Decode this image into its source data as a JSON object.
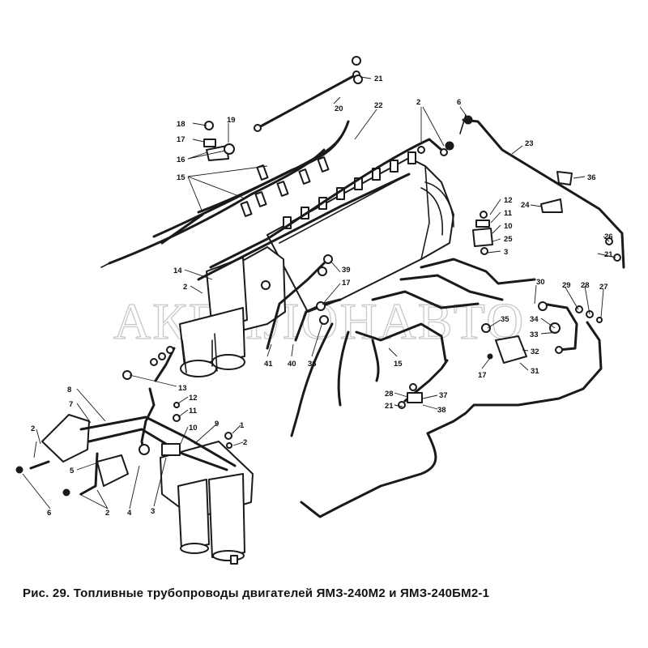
{
  "caption": "Рис. 29. Топливные трубопроводы двигателей ЯМЗ-240М2 и ЯМЗ-240БМ2-1",
  "watermark": "АКВИЛОНАВТО",
  "callouts": {
    "c21a": "21",
    "c20": "20",
    "c22": "22",
    "c2a": "2",
    "c6a": "6",
    "c23": "23",
    "c36a": "36",
    "c18": "18",
    "c19": "19",
    "c17a": "17",
    "c16": "16",
    "c15a": "15",
    "c12a": "12",
    "c11a": "11",
    "c10a": "10",
    "c25": "25",
    "c3a": "3",
    "c24": "24",
    "c26": "26",
    "c21b": "21",
    "c14": "14",
    "c2b": "2",
    "c39": "39",
    "c17b": "17",
    "c30": "30",
    "c29": "29",
    "c28a": "28",
    "c27": "27",
    "c34": "34",
    "c35": "35",
    "c33": "33",
    "c32": "32",
    "c17c": "17",
    "c31": "31",
    "c41": "41",
    "c40": "40",
    "c36b": "36",
    "c15b": "15",
    "c13": "13",
    "c12b": "12",
    "c11b": "11",
    "c10b": "10",
    "c8": "8",
    "c7": "7",
    "c9": "9",
    "c1": "1",
    "c2c": "2",
    "c2d": "2",
    "c5": "5",
    "c2e": "2",
    "c4": "4",
    "c3b": "3",
    "c6b": "6",
    "c28b": "28",
    "c37": "37",
    "c21c": "21",
    "c38": "38"
  }
}
